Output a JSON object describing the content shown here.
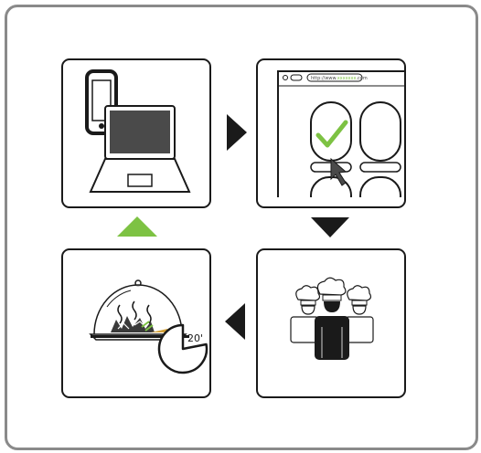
{
  "browser": {
    "url_prefix": "http://www.",
    "url_suffix": ".com"
  },
  "delivery": {
    "timer_label": "20'"
  },
  "colors": {
    "accent_green": "#7dc243",
    "ink": "#1a1a1a",
    "frame_gray": "#8a8a8a",
    "screen_gray": "#4a4a4a"
  }
}
